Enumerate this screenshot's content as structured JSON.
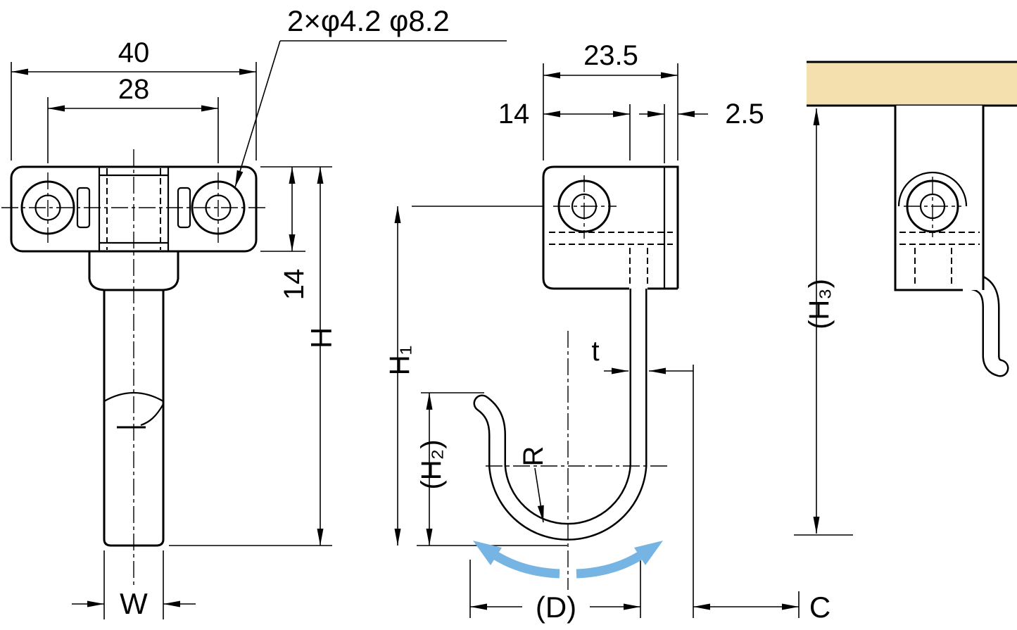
{
  "title": "Hook technical drawing",
  "front": {
    "dim_40": "40",
    "dim_28": "28",
    "callout": "2×φ4.2 φ8.2",
    "dim_14": "14",
    "dim_H": "H",
    "dim_W": "W"
  },
  "side": {
    "dim_23_5": "23.5",
    "dim_14": "14",
    "dim_2_5": "2.5",
    "dim_H1": "H₁",
    "dim_H2": "(H₂)",
    "dim_t": "t",
    "dim_R": "R",
    "dim_D": "(D)",
    "dim_C": "C"
  },
  "mounted": {
    "dim_H3": "(H₃)"
  },
  "colors": {
    "line": "#000000",
    "board": "#f4dfae",
    "swing": "#76b5e3"
  }
}
